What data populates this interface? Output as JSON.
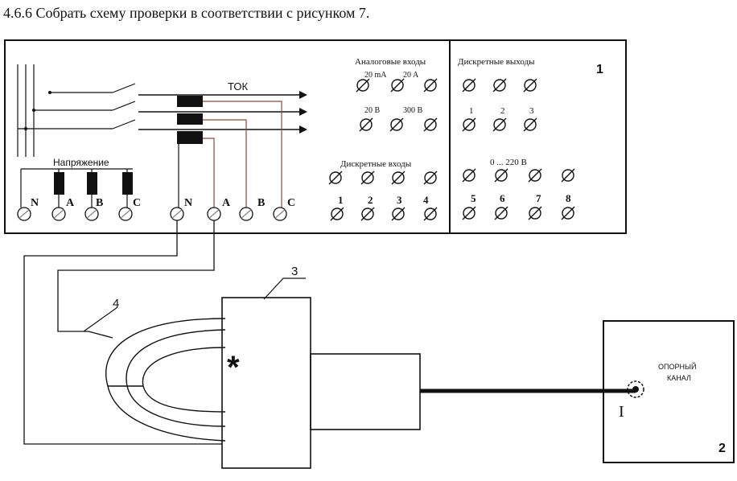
{
  "heading": "4.6.6 Собрать схему проверки в соответствии с рисунком 7.",
  "panel1": {
    "number": "1",
    "current_label": "ТОК",
    "voltage_label": "Напряжение",
    "analog_inputs_title": "Аналоговые входы",
    "analog_row1_labels": [
      "20 mA",
      "20 A"
    ],
    "analog_row2_labels": [
      "20 В",
      "300 В"
    ],
    "discrete_inputs_title": "Дискретные входы",
    "discrete_inputs_numbers": [
      "1",
      "2",
      "3",
      "4"
    ],
    "discrete_outputs_title": "Дискретные выходы",
    "discrete_outputs_numbers": [
      "1",
      "2",
      "3"
    ],
    "discrete_outputs2_range": "0 ... 220 В",
    "discrete_outputs2_numbers": [
      "5",
      "6",
      "7",
      "8"
    ],
    "voltage_terminals": [
      "N",
      "A",
      "B",
      "C"
    ],
    "current_terminals": [
      "N",
      "A",
      "B",
      "C"
    ]
  },
  "labels": {
    "callout_3": "3",
    "callout_4": "4",
    "polarity_mark": "*",
    "connector_roman": "I"
  },
  "panel2": {
    "number": "2",
    "channel_line1": "ОПОРНЫЙ",
    "channel_line2": "КАНАЛ"
  }
}
